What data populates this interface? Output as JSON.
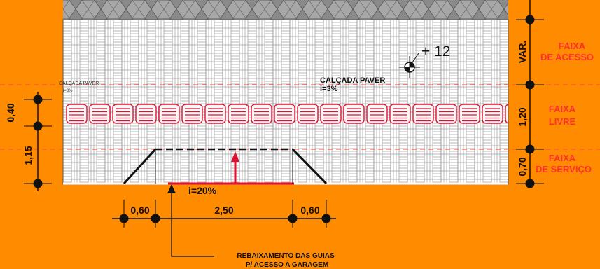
{
  "zones": {
    "acesso": {
      "line1": "FAIXA",
      "line2": "DE ACESSO",
      "dim": "VAR."
    },
    "livre": {
      "line1": "FAIXA",
      "line2": "LIVRE",
      "dim": "1,20"
    },
    "servico": {
      "line1": "FAIXA",
      "line2": "DE SERVIÇO",
      "dim": "0,70"
    }
  },
  "labels": {
    "calcada_paver": "CALÇADA PAVER",
    "calcada_slope": "i=3%",
    "small_paver": "CALÇADA PAVER",
    "small_slope": "i=3%",
    "elevation": "+ 12",
    "ramp_slope": "i=20%",
    "note_line1": "REBAIXAMENTO DAS GUIAS",
    "note_line2": "P/ ACESSO A GARAGEM"
  },
  "left_dims": {
    "upper": "0,40",
    "lower": "1,15"
  },
  "bottom_dims": {
    "left": "0,60",
    "middle": "2,50",
    "right": "0,60"
  },
  "colors": {
    "background": "#ff8c00",
    "accent_red": "#e01030",
    "zone_text": "#ff3030",
    "dashed_red": "#ff4a3a"
  }
}
